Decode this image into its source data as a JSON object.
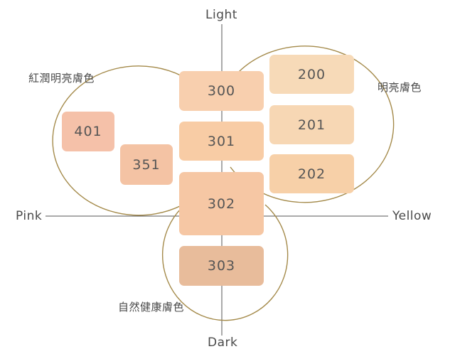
{
  "axes": {
    "top": "Light",
    "bottom": "Dark",
    "left": "Pink",
    "right": "Yellow"
  },
  "groups": {
    "pink_bright": "紅潤明亮膚色",
    "bright": "明亮膚色",
    "healthy": "自然健康膚色"
  },
  "shades": {
    "s300": {
      "label": "300",
      "color": "#f8cfae"
    },
    "s301": {
      "label": "301",
      "color": "#f8cca5"
    },
    "s302": {
      "label": "302",
      "color": "#f6c7a4"
    },
    "s303": {
      "label": "303",
      "color": "#e8bc9b"
    },
    "s401": {
      "label": "401",
      "color": "#f5c1a9"
    },
    "s351": {
      "label": "351",
      "color": "#f4c3a4"
    },
    "s200": {
      "label": "200",
      "color": "#f7dab8"
    },
    "s201": {
      "label": "201",
      "color": "#f7d7b4"
    },
    "s202": {
      "label": "202",
      "color": "#f7d0a8"
    }
  },
  "colors": {
    "axis_line": "#555555",
    "circle_stroke": "#a48a4a"
  }
}
